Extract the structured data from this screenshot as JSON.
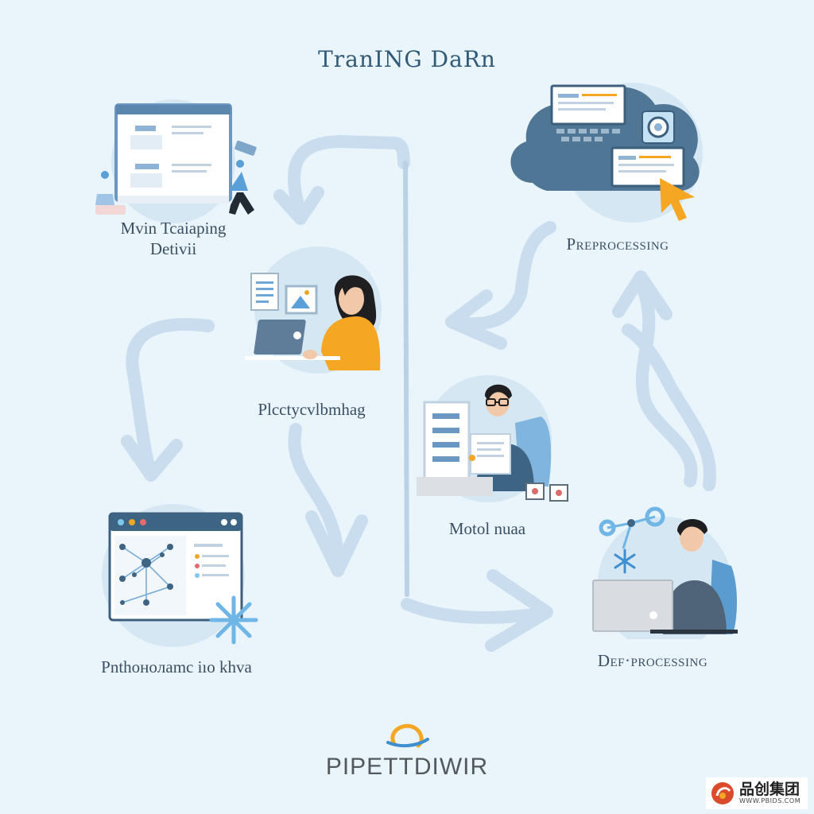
{
  "title": "TranING DaRn",
  "nodes": {
    "main_training": {
      "line1": "Mvin Tcaiaping",
      "line2": "Detivii"
    },
    "preprocessing": {
      "label": "Preprocessing"
    },
    "collecting": {
      "label": "Plcctycvlbmhag"
    },
    "model": {
      "label": "Motol nuaa"
    },
    "performance": {
      "label": "Pnthoнoлamc iıo khva"
    },
    "deprocessing": {
      "label": "Def·processing"
    }
  },
  "brand": {
    "name": "PIPETTDIWIR"
  },
  "watermark": {
    "main": "品创集团",
    "sub": "WWW.PBIDS.COM"
  },
  "colors": {
    "background": "#eaf4fb",
    "arrow": "#c9ddee",
    "circle": "#d6e7f4",
    "accent": "#f5a623",
    "dark_blue": "#4a6f8f"
  },
  "icons": [
    "browser-window-icon",
    "cloud-icon",
    "cursor-arrow-icon",
    "camera-icon",
    "laptop-icon",
    "person-icon",
    "network-graph-icon",
    "snowflake-icon",
    "gear-icon",
    "brand-logo-icon"
  ]
}
